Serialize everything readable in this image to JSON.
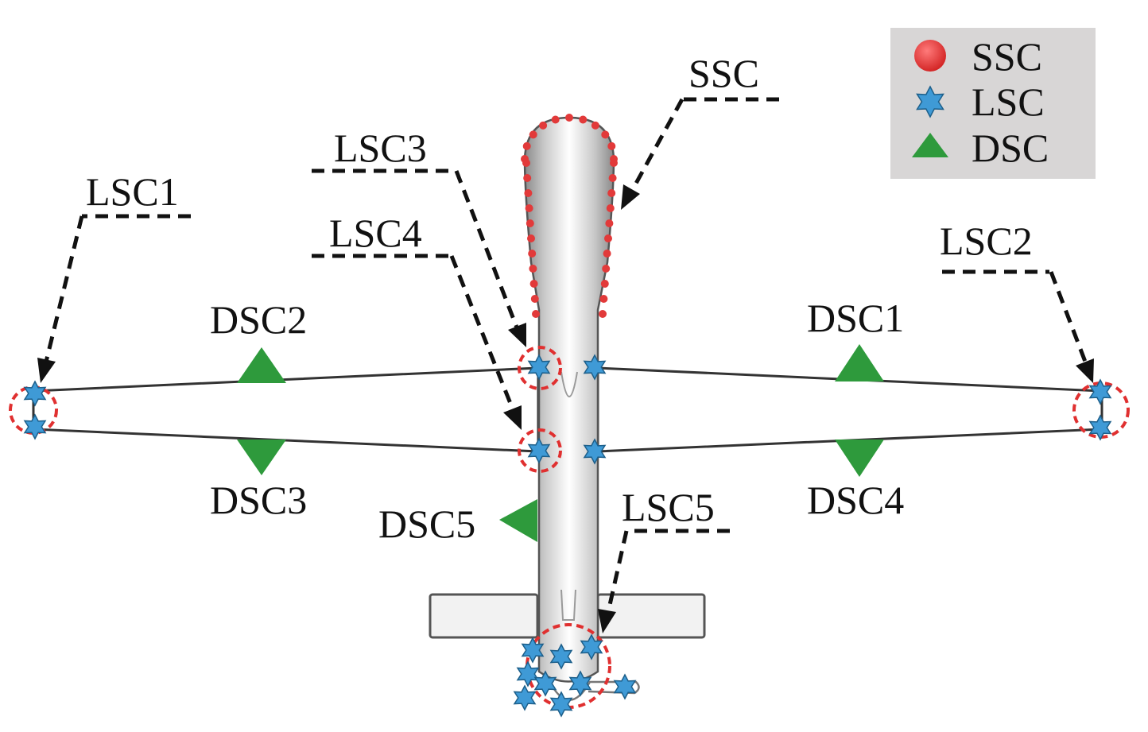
{
  "legend": {
    "items": [
      {
        "label": "SSC",
        "marker": "circle-marker",
        "color": "#e23a3a"
      },
      {
        "label": "LSC",
        "marker": "star-marker",
        "color": "#3f9ad6"
      },
      {
        "label": "DSC",
        "marker": "triangle-marker",
        "color": "#2e9a3c"
      }
    ],
    "background": "#d8d6d6"
  },
  "labels": {
    "ssc": "SSC",
    "lsc1": "LSC1",
    "lsc2": "LSC2",
    "lsc3": "LSC3",
    "lsc4": "LSC4",
    "lsc5": "LSC5",
    "dsc1": "DSC1",
    "dsc2": "DSC2",
    "dsc3": "DSC3",
    "dsc4": "DSC4",
    "dsc5": "DSC5"
  },
  "colors": {
    "ssc_dot": "#e23a3a",
    "lsc_star": "#3f9ad6",
    "dsc_triangle": "#2e9a3c",
    "ring": "#e03030"
  }
}
